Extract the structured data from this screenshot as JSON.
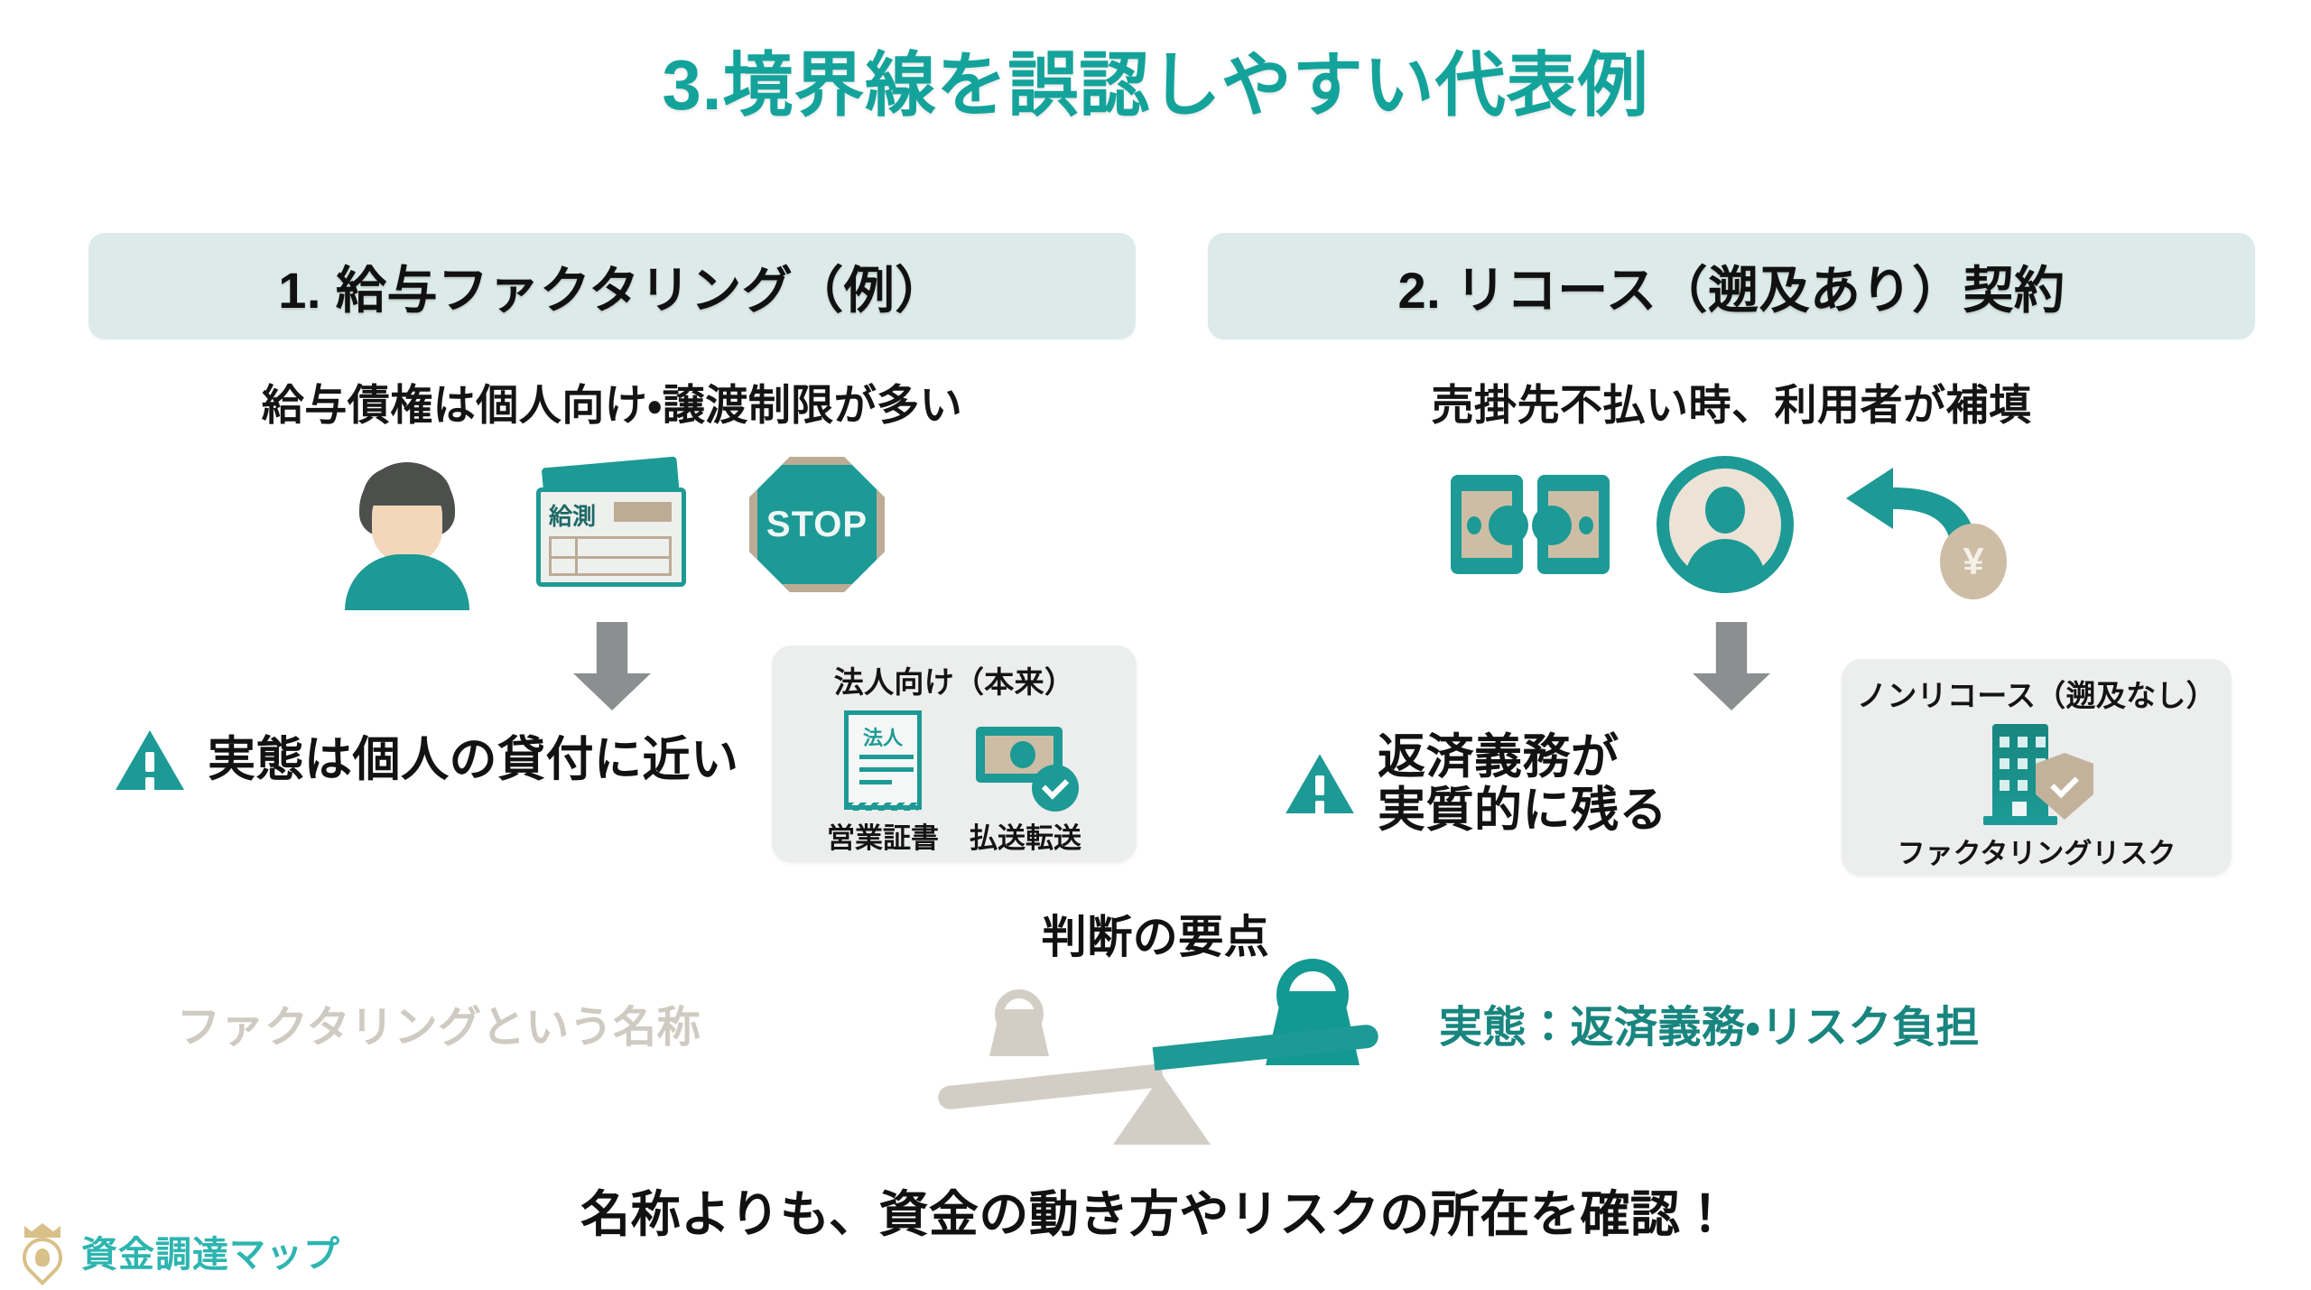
{
  "slide": {
    "title": "3.境界線を誤認しやすい代表例",
    "accent_color": "#14a39b",
    "banner_color": "#dcebe9",
    "inset_color": "#eceded"
  },
  "columns": [
    {
      "banner": "1. 給与ファクタリング（例）",
      "subtitle": "給与債権は個人向け・譲渡制限が多い",
      "icons": [
        {
          "name": "person-avatar",
          "label": ""
        },
        {
          "name": "payslip-document",
          "label": "給測"
        },
        {
          "name": "stop-sign",
          "label": "STOP"
        }
      ],
      "conclusion": "実態は個人の貸付に近い"
    },
    {
      "banner": "2. リコース（遡及あり）契約",
      "subtitle": "売掛先不払い時、利用者が補填",
      "icons": [
        {
          "name": "torn-banknote",
          "label": ""
        },
        {
          "name": "user-circle",
          "label": ""
        },
        {
          "name": "return-arrow-yen-coin",
          "label": "¥"
        }
      ],
      "conclusion_line1": "返済義務が",
      "conclusion_line2": "実質的に残る"
    }
  ],
  "insets": [
    {
      "title": "法人向け（本来）",
      "items": [
        {
          "icon": "invoice-icon",
          "icon_text": "法人",
          "label": "営業証書"
        },
        {
          "icon": "banknote-check-icon",
          "icon_text": "",
          "label": "払送転送"
        }
      ]
    },
    {
      "title": "ノンリコース（遡及なし）",
      "items": [
        {
          "icon": "building-shield-icon",
          "icon_text": "",
          "label": "ファクタリングリスク"
        }
      ]
    }
  ],
  "balance": {
    "title": "判断の要点",
    "left_label": "ファクタリングという名称",
    "right_label": "実態：返済義務・リスク負担",
    "left_color": "#cfcbc2",
    "right_color": "#19857f"
  },
  "bottom_message": "名称よりも、資金の動き方やリスクの所在を確認！",
  "footer": {
    "logo_text": "資金調達マップ",
    "logo_icon": "location-pin-crown-icon",
    "logo_color": "#2db5b0"
  }
}
